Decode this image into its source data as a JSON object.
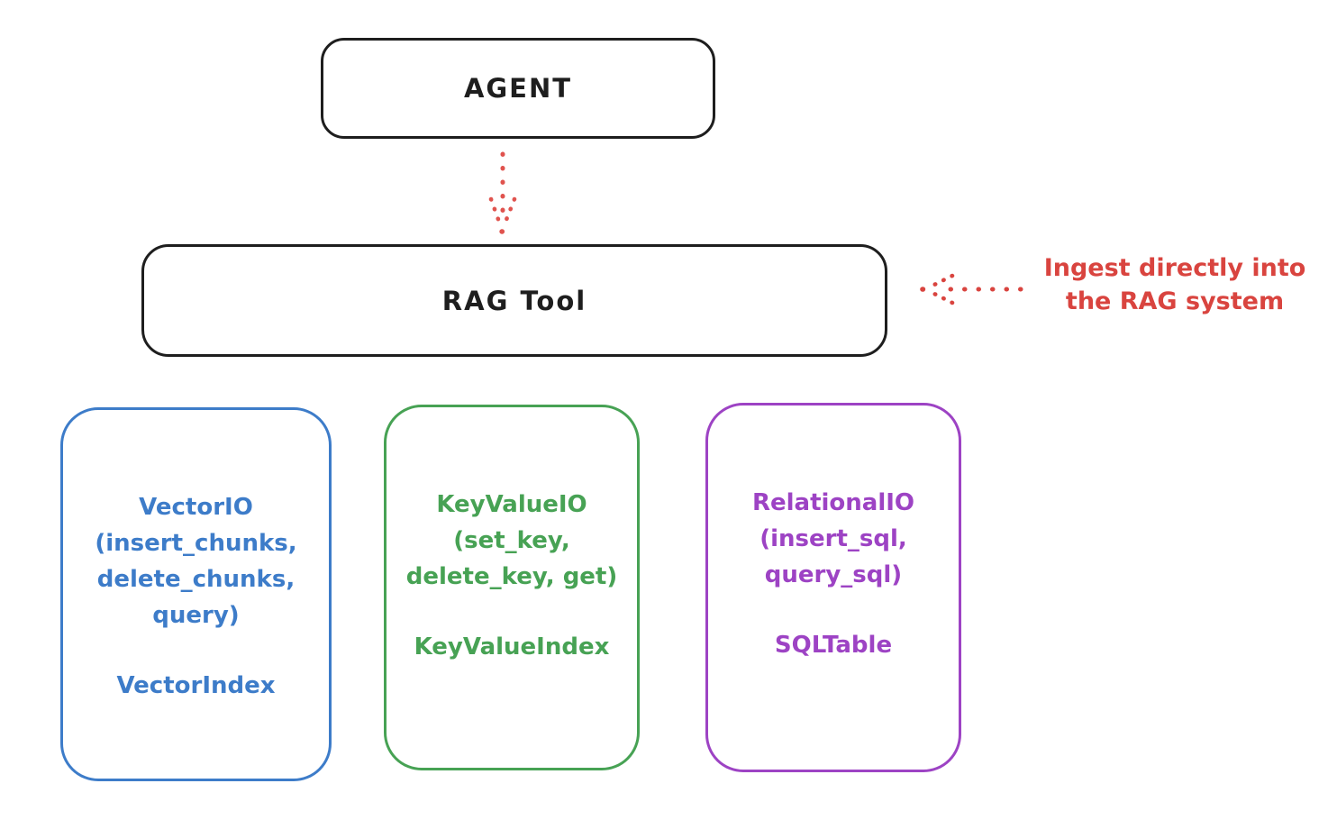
{
  "canvas": {
    "background": "#ffffff",
    "ink_color": "#1e1e1e"
  },
  "agent": {
    "label": "AGENT"
  },
  "rag_tool": {
    "label": "RAG Tool"
  },
  "annotation": {
    "line1": "Ingest directly into",
    "line2": "the RAG system",
    "color": "#d9443f"
  },
  "arrows": [
    {
      "name": "agent-to-rag-tool",
      "style": "dotted",
      "direction": "down",
      "color": "#e0534e"
    },
    {
      "name": "ingest-into-rag-tool",
      "style": "dotted",
      "direction": "left",
      "color": "#d9443f"
    }
  ],
  "io_boxes": [
    {
      "title_lines": [
        "VectorIO",
        "(insert_chunks,",
        "delete_chunks,",
        "query)"
      ],
      "index_label": "VectorIndex",
      "color": "#3d7cc9"
    },
    {
      "title_lines": [
        "KeyValueIO",
        "(set_key,",
        "delete_key, get)"
      ],
      "index_label": "KeyValueIndex",
      "color": "#47a254"
    },
    {
      "title_lines": [
        "RelationalIO",
        "(insert_sql,",
        "query_sql)"
      ],
      "index_label": "SQLTable",
      "color": "#9d43c4"
    }
  ]
}
